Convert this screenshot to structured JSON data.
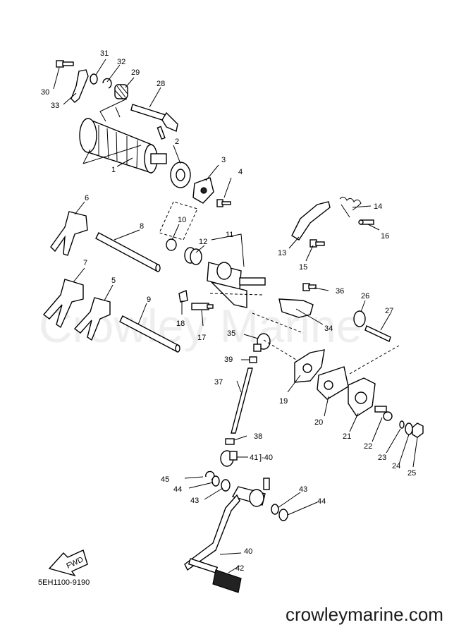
{
  "callouts": {
    "c1": "1",
    "c2": "2",
    "c3": "3",
    "c4": "4",
    "c5": "5",
    "c6": "6",
    "c7": "7",
    "c8": "8",
    "c9": "9",
    "c10": "10",
    "c11": "11",
    "c12": "12",
    "c13": "13",
    "c14": "14",
    "c15": "15",
    "c16": "16",
    "c17": "17",
    "c18": "18",
    "c19": "19",
    "c20": "20",
    "c21": "21",
    "c22": "22",
    "c23": "23",
    "c24": "24",
    "c25": "25",
    "c26": "26",
    "c27": "27",
    "c28": "28",
    "c29": "29",
    "c30": "30",
    "c31": "31",
    "c32": "32",
    "c33": "33",
    "c34": "34",
    "c35": "35",
    "c36": "36",
    "c37": "37",
    "c38": "38",
    "c39": "39",
    "c40a": "40",
    "c40b": "40",
    "c41": "41",
    "c42": "42",
    "c43a": "43",
    "c43b": "43",
    "c44a": "44",
    "c44b": "44",
    "c45": "45"
  },
  "ref_41_40": "]-40",
  "fwd_label": "FWD",
  "watermark": "Crowley Marine",
  "diagram_code": "5EH1100-9190",
  "site_url": "crowleymarine.com"
}
